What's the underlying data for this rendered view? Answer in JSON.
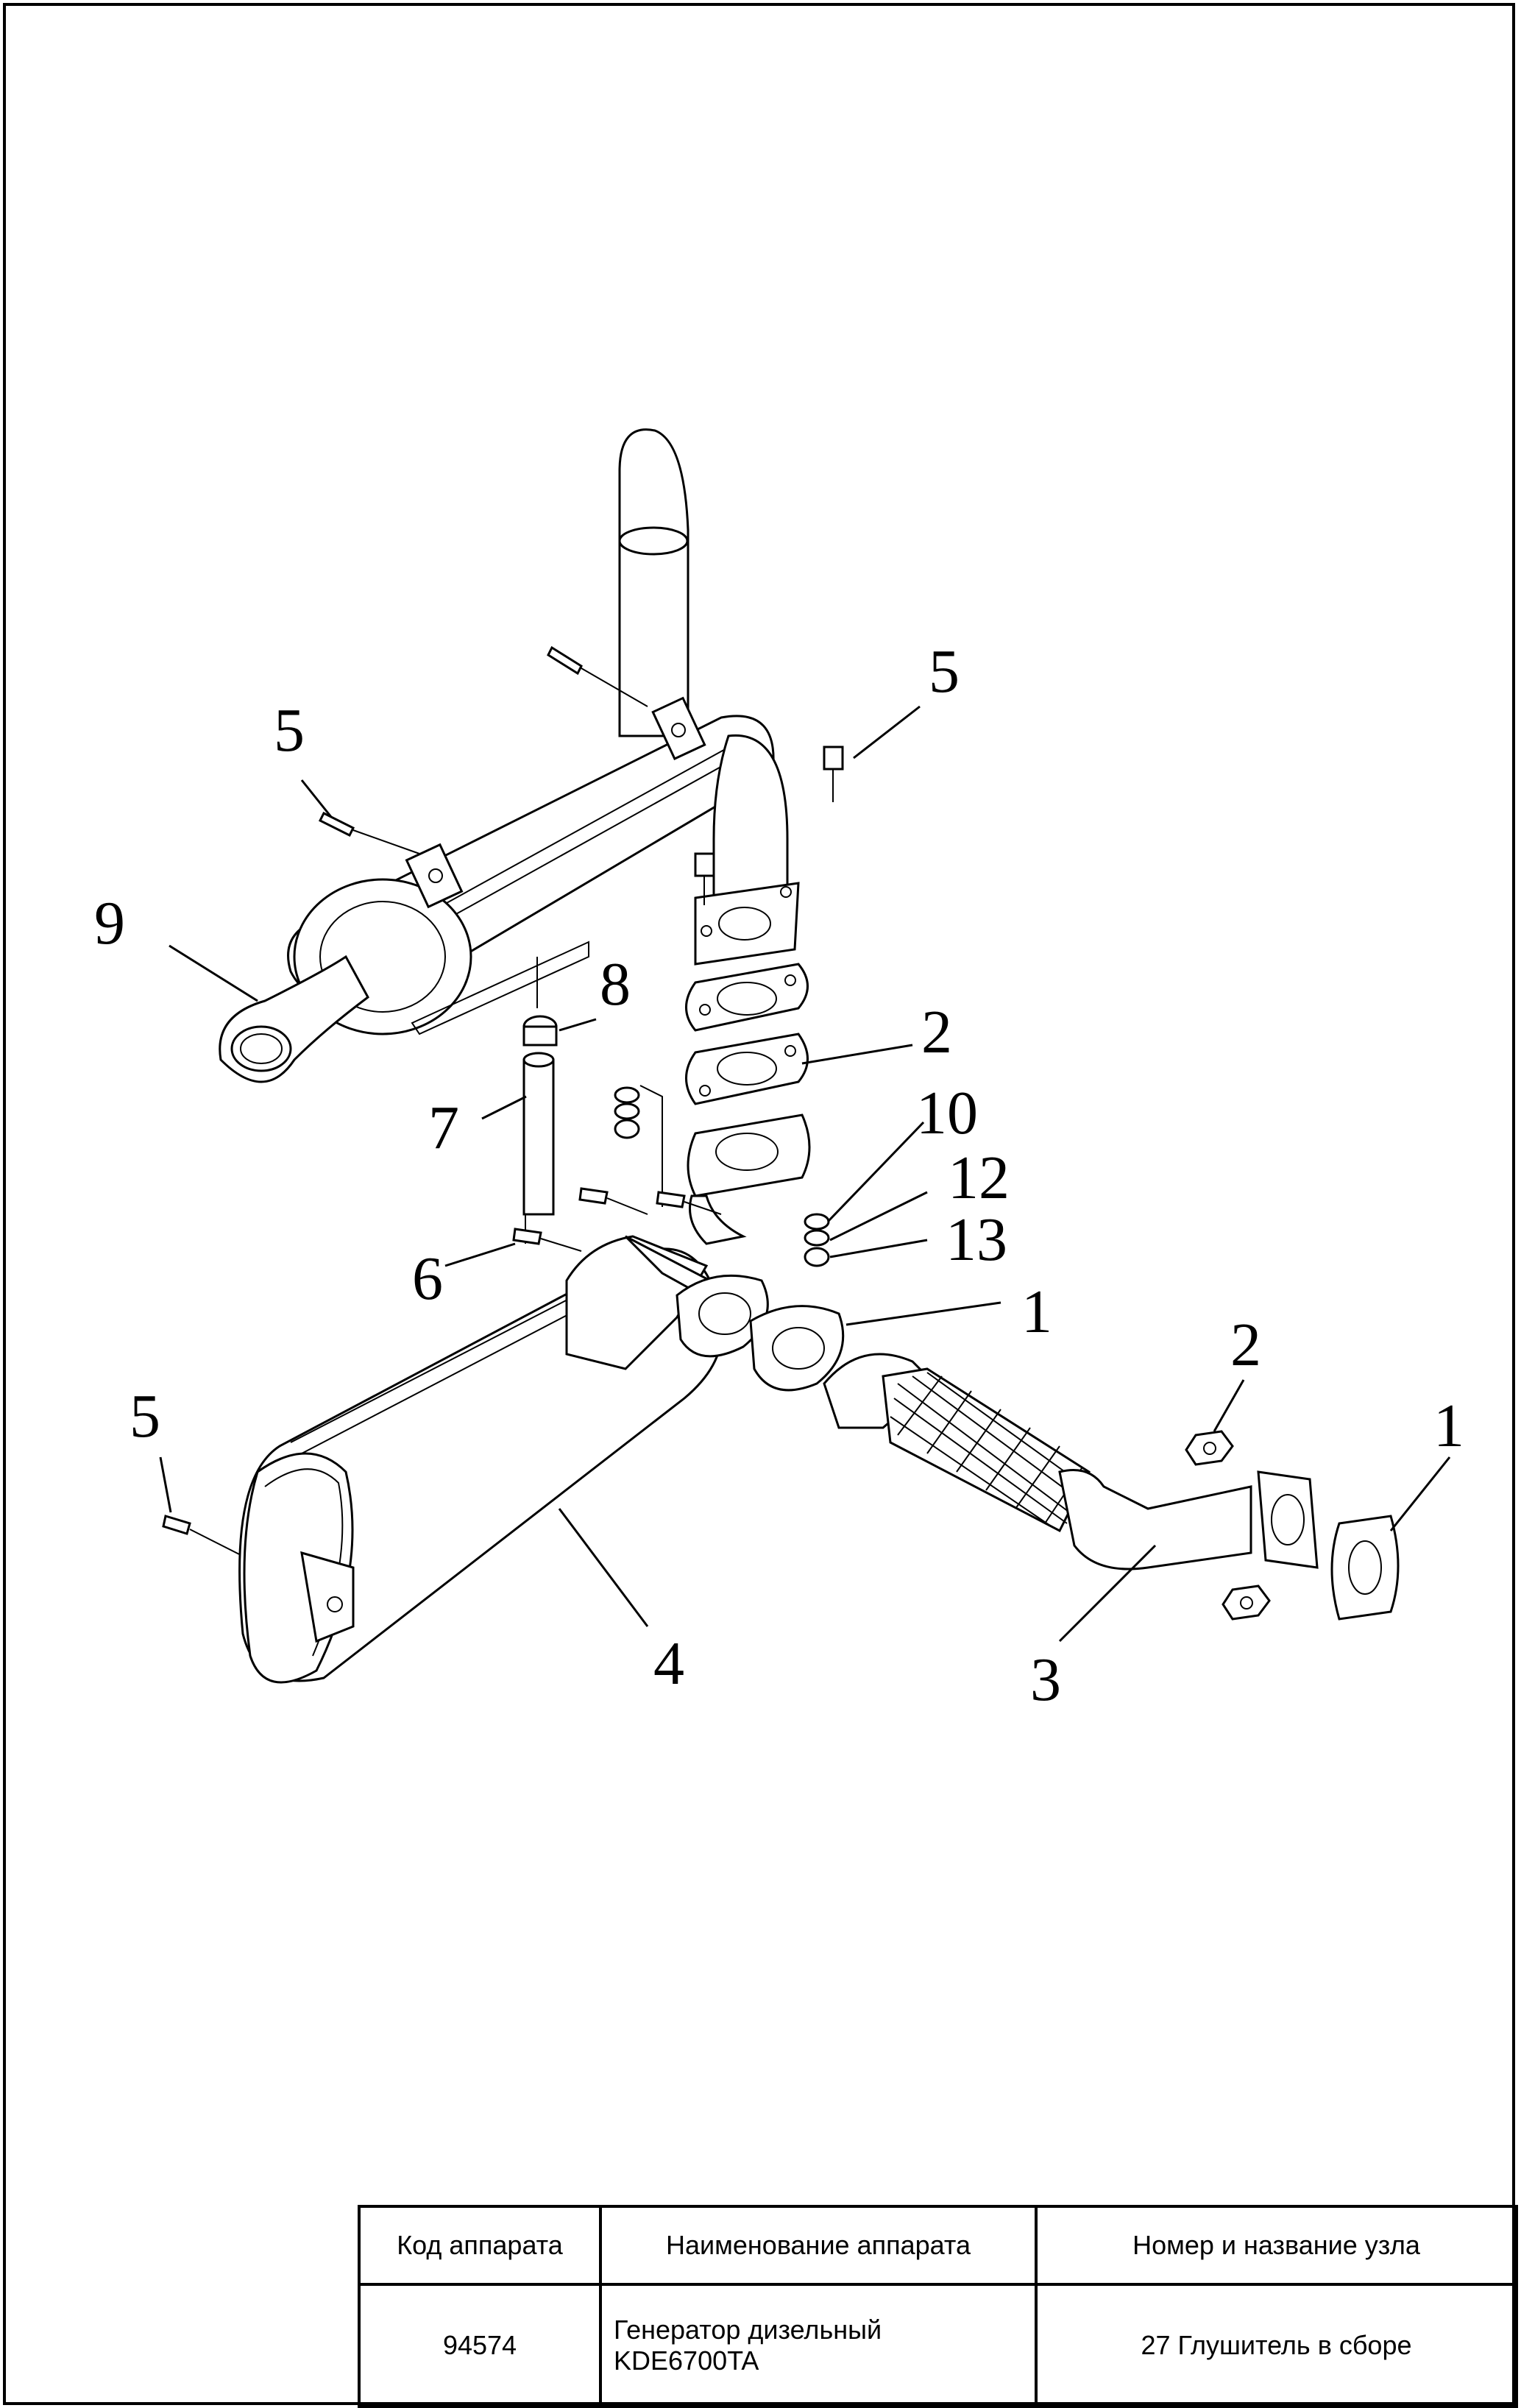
{
  "callouts": {
    "c5_top_right": "5",
    "c5_left": "5",
    "c9": "9",
    "c8": "8",
    "c2_gasket": "2",
    "c7": "7",
    "c10": "10",
    "c12": "12",
    "c13": "13",
    "c6": "6",
    "c1_center": "1",
    "c5_bottom_left": "5",
    "c2_right": "2",
    "c1_right": "1",
    "c4": "4",
    "c3": "3"
  },
  "title_block": {
    "headers": {
      "code": "Код аппарата",
      "name": "Наименование аппарата",
      "unit": "Номер и название узла"
    },
    "values": {
      "code": "94574",
      "name_line1": "Генератор дизельный",
      "name_line2": "KDE6700TA",
      "unit": "27 Глушитель в сборе"
    }
  }
}
